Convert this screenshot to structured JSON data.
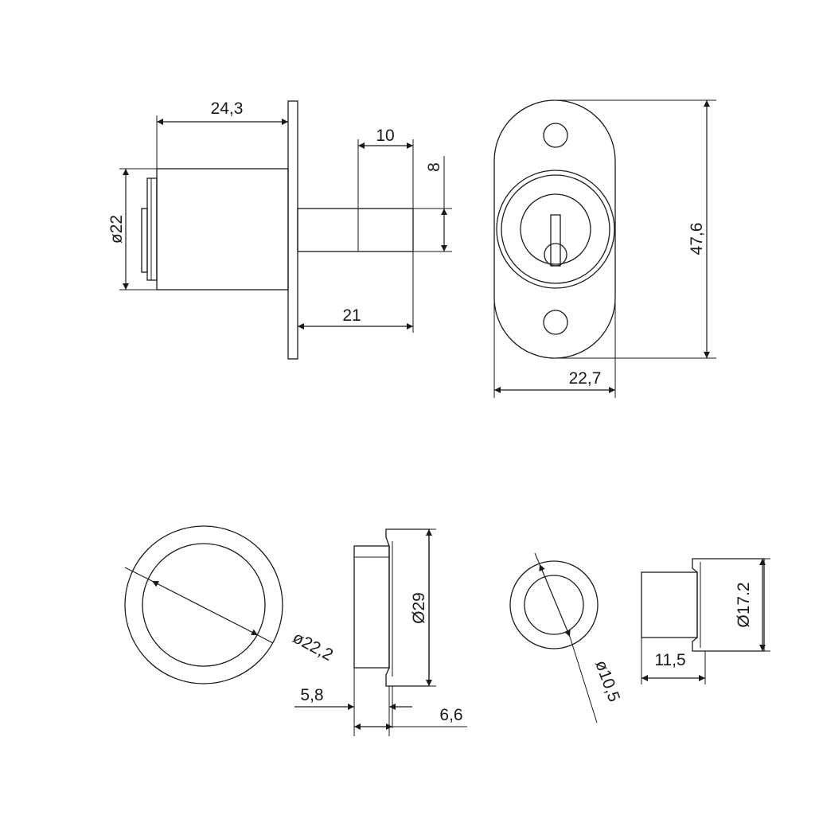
{
  "dimensions": {
    "body_length": "24,3",
    "body_diameter": "ø22",
    "bolt_width": "10",
    "bolt_height": "8",
    "bolt_length": "21",
    "plate_height": "47,6",
    "plate_width": "22,7",
    "escutcheon_diameter": "ø22,2",
    "sleeve_diameter": "Ø29",
    "sleeve_depth": "5,8",
    "sleeve_length": "6,6",
    "keeper_diameter": "ø10,5",
    "keeper_outer_diameter": "Ø17.2",
    "keeper_length": "11,5"
  }
}
